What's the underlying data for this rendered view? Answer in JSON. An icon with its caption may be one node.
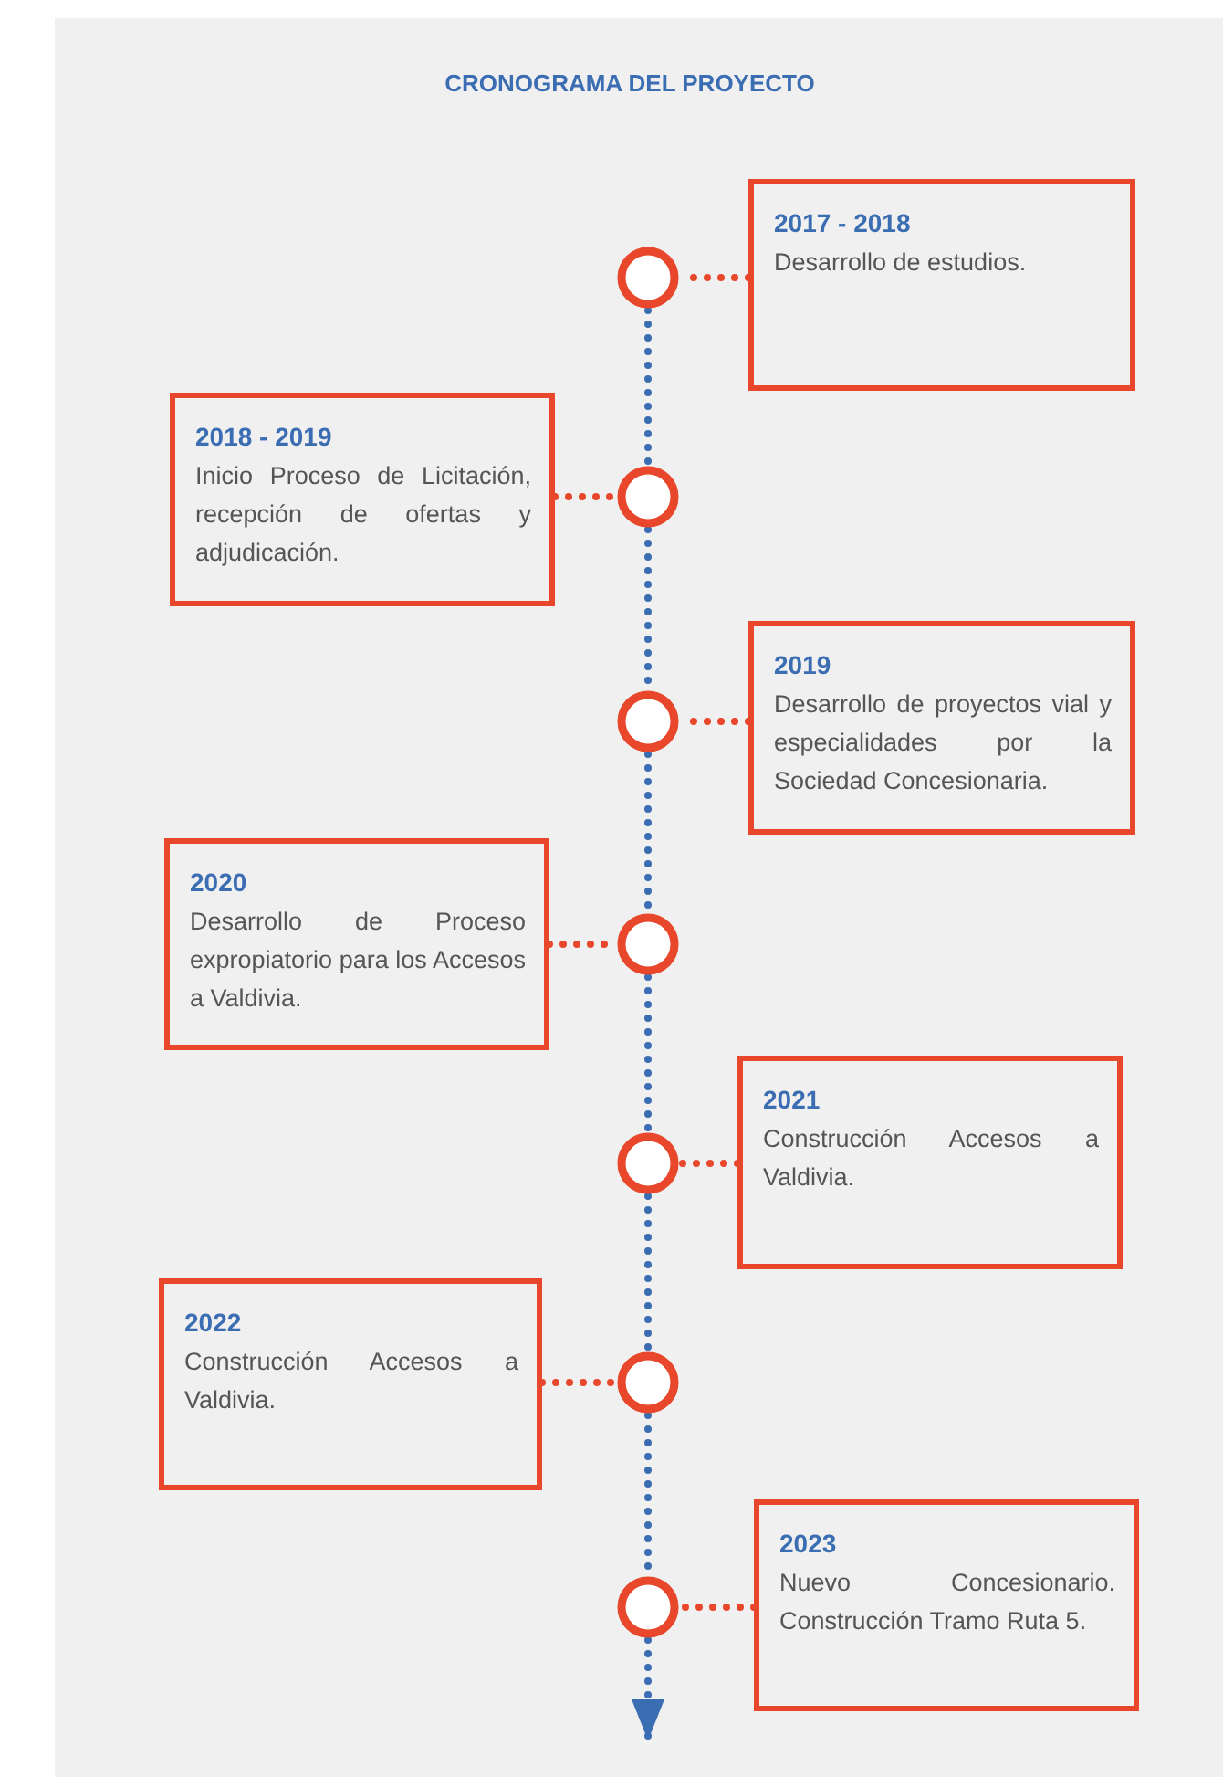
{
  "diagram": {
    "title": "CRONOGRAMA DEL PROYECTO",
    "nodes": [
      {
        "text": [
          "2017 - 2018",
          "Desarrollo de estudios."
        ]
      },
      {
        "text": [
          "2018 - 2019",
          "Inicio Proceso de Licitación, recepción de ofertas y adjudicación."
        ]
      },
      {
        "text": [
          "2019",
          "Desarrollo de proyectos vial y especialidades por la Sociedad Concesionaria."
        ]
      },
      {
        "text": [
          "2020",
          "Desarrollo de Proceso expropiatorio para los Accesos a Valdivia."
        ]
      },
      {
        "text": [
          "2021",
          "Construcción Accesos a Valdivia."
        ]
      },
      {
        "text": [
          "2022",
          "Construcción Accesos a Valdivia."
        ]
      },
      {
        "text": [
          "2023",
          "Nuevo Concesionario. Construcción Tramo Ruta 5."
        ]
      },
      {
        "text": [],
        "shape": "circle"
      },
      {
        "text": [],
        "shape": "circle"
      },
      {
        "text": [],
        "shape": "circle"
      },
      {
        "text": [],
        "shape": "circle"
      },
      {
        "text": [],
        "shape": "circle"
      },
      {
        "text": [],
        "shape": "circle"
      },
      {
        "text": [],
        "shape": "circle"
      }
    ],
    "edges": [
      {
        "from": 0,
        "to": 7,
        "arrow": "none"
      },
      {
        "from": 1,
        "to": 8,
        "arrow": "none"
      },
      {
        "from": 2,
        "to": 9,
        "arrow": "none"
      },
      {
        "from": 3,
        "to": 10,
        "arrow": "none"
      },
      {
        "from": 4,
        "to": 11,
        "arrow": "none"
      },
      {
        "from": 5,
        "to": 12,
        "arrow": "none"
      },
      {
        "from": 6,
        "to": 13,
        "arrow": "none"
      },
      {
        "from": 7,
        "to": 8,
        "arrow": "none",
        "color": "#3b6db3"
      },
      {
        "from": 8,
        "to": 9,
        "arrow": "none",
        "color": "#3b6db3"
      },
      {
        "from": 9,
        "to": 10,
        "arrow": "none",
        "color": "#3b6db3"
      },
      {
        "from": 10,
        "to": 11,
        "arrow": "none",
        "color": "#3b6db3"
      },
      {
        "from": 11,
        "to": 12,
        "arrow": "none",
        "color": "#3b6db3"
      },
      {
        "from": 12,
        "to": 13,
        "arrow": "none",
        "color": "#3b6db3"
      },
      {
        "from": 13,
        "to": null,
        "arrow": "to",
        "color": "#3b6db3"
      }
    ]
  }
}
